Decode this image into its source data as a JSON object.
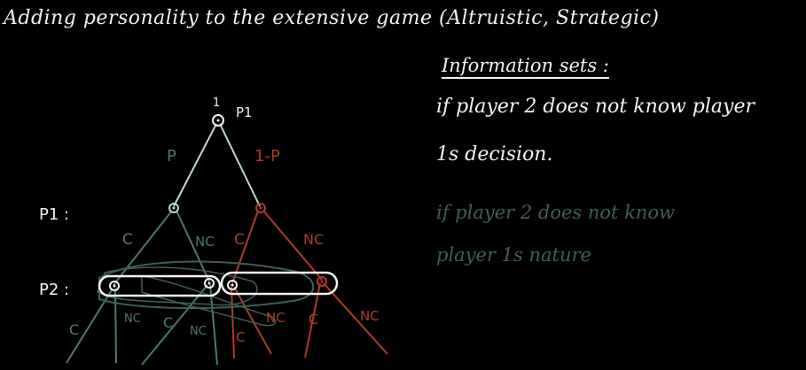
{
  "title": "Adding personality to the extensive game (Altruistic, Strategic)",
  "info_heading": "Information sets :",
  "note1": [
    "if player 2 does not know player",
    "1s decision."
  ],
  "note2": [
    "if player 2 does not know",
    "player 1s nature"
  ],
  "tree": {
    "root_label": "1",
    "root_player": "P1",
    "branch_left": "P",
    "branch_right": "1-P",
    "level1_label": "P1 :",
    "level2_label": "P2 :",
    "p1_left_c": "C",
    "p1_left_nc": "NC",
    "p1_right_c": "C",
    "p1_right_nc": "NC",
    "leaf_labels": [
      "C",
      "NC",
      "C",
      "NC",
      "C",
      "NC",
      "C",
      "NC"
    ]
  },
  "colors": {
    "background": "#000000",
    "chalk_white": "#f2f2f2",
    "altruistic_branch": "#b9d8d3",
    "green_edges": "#4d7a6a",
    "red_edges": "#b03a2a",
    "faded_note": "#3f5f5a"
  }
}
